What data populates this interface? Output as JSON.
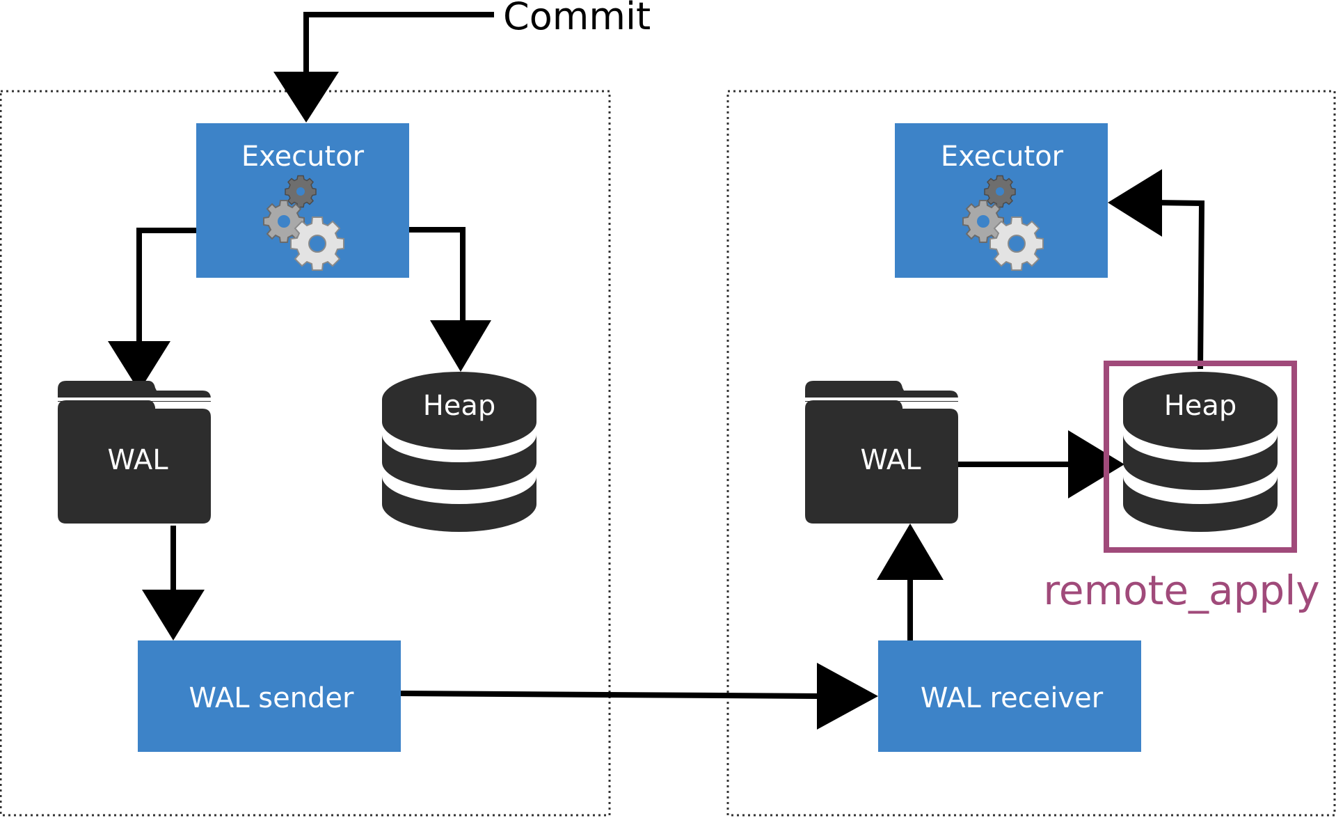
{
  "labels": {
    "commit": "Commit",
    "primary_executor": "Executor",
    "primary_wal": "WAL",
    "primary_heap": "Heap",
    "wal_sender": "WAL sender",
    "standby_executor": "Executor",
    "standby_wal": "WAL",
    "standby_heap": "Heap",
    "wal_receiver": "WAL receiver",
    "highlight": "remote_apply"
  },
  "colors": {
    "box_blue": "#3d83c8",
    "box_text": "#ffffff",
    "dark_icon": "#2d2d2d",
    "arrow": "#000000",
    "highlight": "#a04a7a",
    "region_border": "#333333"
  },
  "icons": {
    "executor": "gears-icon",
    "wal": "folder-icon",
    "heap": "database-icon"
  }
}
